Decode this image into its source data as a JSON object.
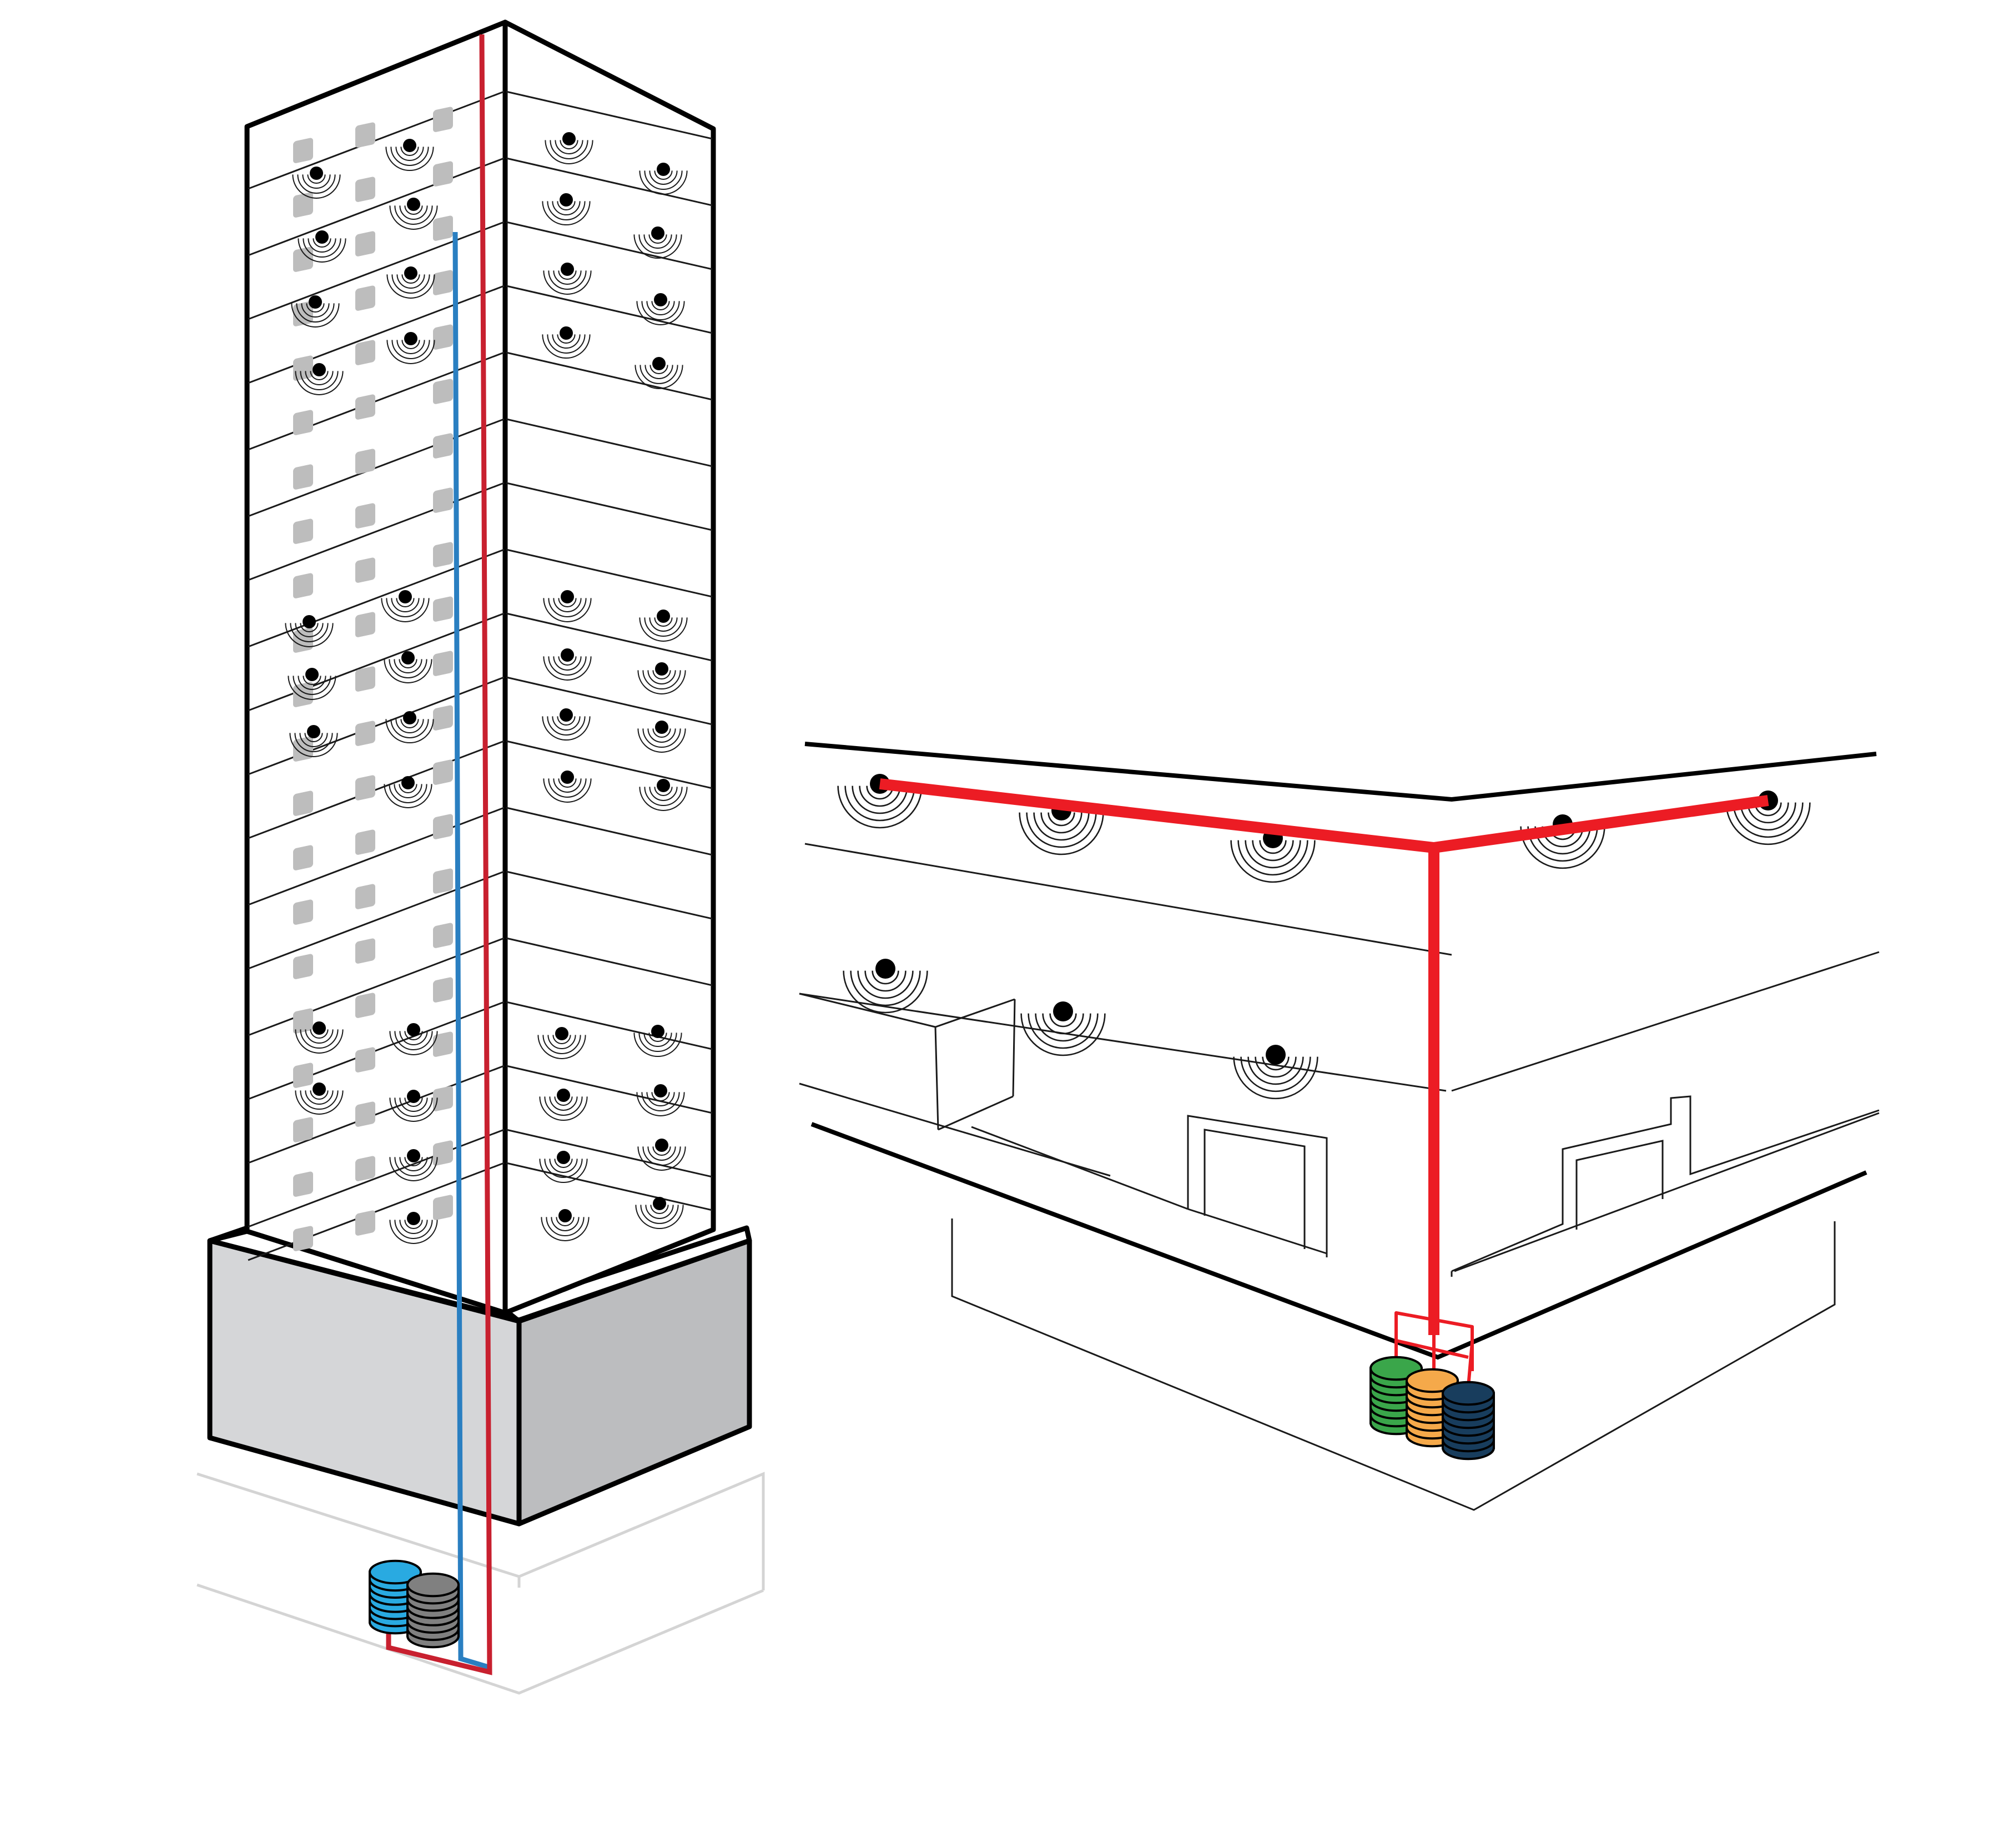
{
  "diagram": {
    "background_color": "#ffffff",
    "colors": {
      "outline": "#000000",
      "thin_line": "#1a1a1a",
      "ground_line": "#d4d4d4",
      "podium_front": "#d5d6d8",
      "podium_side": "#bcbdbf",
      "window": "#bdbdbd",
      "sprinkler_pipe": "#ec1c24",
      "tower_red_pipe": "#c8202f",
      "tower_blue_pipe": "#2a7fc1"
    },
    "tower": {
      "tanks": [
        {
          "name": "blue-tank",
          "color": "#29aae1"
        },
        {
          "name": "grey-tank",
          "color": "#808080"
        }
      ]
    },
    "low_rise": {
      "tanks": [
        {
          "name": "green-tank",
          "color": "#3aa64a"
        },
        {
          "name": "orange-tank",
          "color": "#f5a94a"
        },
        {
          "name": "navy-tank",
          "color": "#183d5d"
        }
      ]
    },
    "icons": {
      "sensor": "sprinkler-head-icon",
      "tank": "storage-tank-icon"
    }
  }
}
